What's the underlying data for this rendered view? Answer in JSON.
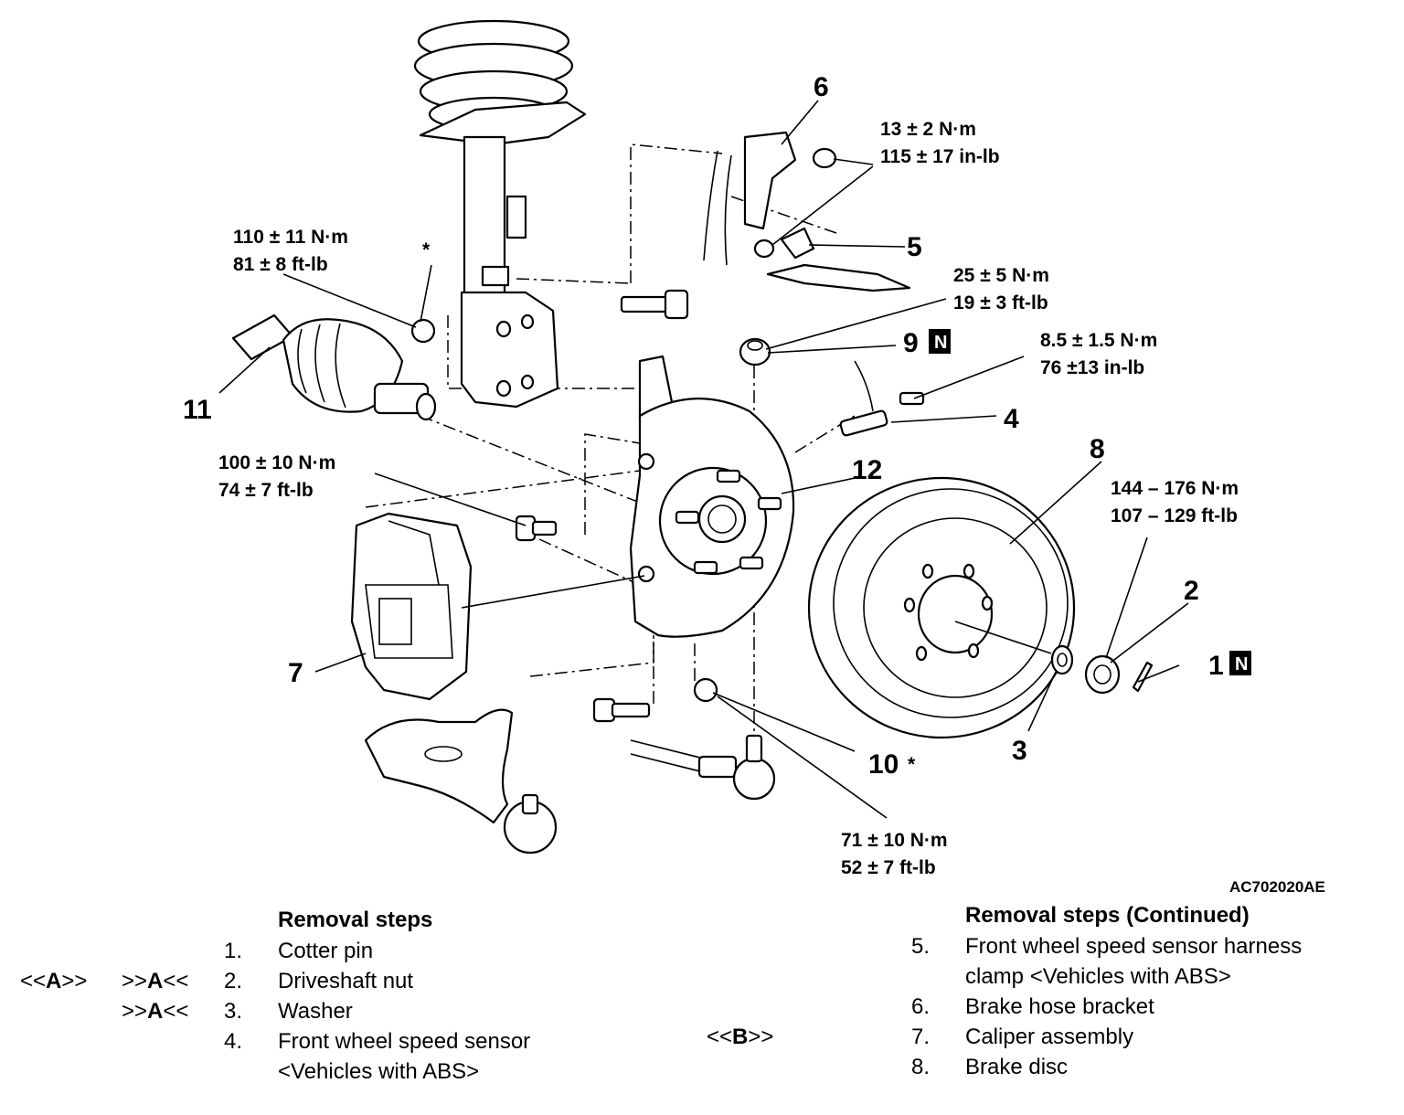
{
  "callouts": {
    "c1": "1",
    "c2": "2",
    "c3": "3",
    "c4": "4",
    "c5": "5",
    "c6": "6",
    "c7": "7",
    "c8": "8",
    "c9": "9",
    "c10": "10",
    "c11": "11",
    "c12": "12",
    "new_badge": "N",
    "asterisk": "*"
  },
  "torques": {
    "t_6": [
      "13 ± 2 N·m",
      "115 ± 17 in-lb"
    ],
    "t_strut": [
      "110 ± 11 N·m",
      "81 ± 8 ft-lb"
    ],
    "t_9": [
      "25 ± 5 N·m",
      "19 ± 3 ft-lb"
    ],
    "t_4": [
      "8.5 ± 1.5 N·m",
      "76 ±13 in-lb"
    ],
    "t_caliper": [
      "100 ± 10 N·m",
      "74 ± 7 ft-lb"
    ],
    "t_2": [
      "144 – 176 N·m",
      "107 – 129 ft-lb"
    ],
    "t_10": [
      "71 ± 10 N·m",
      "52 ± 7 ft-lb"
    ]
  },
  "figure_code": "AC702020AE",
  "left_list": {
    "title": "Removal steps",
    "steps": [
      {
        "ref_a": "",
        "ref_b": "",
        "num": "1.",
        "text": "Cotter pin"
      },
      {
        "ref_a": "<<A>>",
        "ref_b": ">>A<<",
        "num": "2.",
        "text": "Driveshaft nut"
      },
      {
        "ref_a": "",
        "ref_b": ">>A<<",
        "num": "3.",
        "text": "Washer"
      },
      {
        "ref_a": "",
        "ref_b": "",
        "num": "4.",
        "text": "Front wheel speed sensor"
      },
      {
        "ref_a": "",
        "ref_b": "",
        "num": "",
        "text": "<Vehicles with ABS>"
      }
    ]
  },
  "right_list": {
    "title": "Removal steps (Continued)",
    "steps": [
      {
        "ref": "",
        "num": "5.",
        "text": "Front wheel speed sensor harness"
      },
      {
        "ref": "",
        "num": "",
        "text": "clamp <Vehicles with ABS>"
      },
      {
        "ref": "",
        "num": "6.",
        "text": "Brake hose bracket"
      },
      {
        "ref": "<<B>>",
        "num": "7.",
        "text": "Caliper assembly"
      },
      {
        "ref": "",
        "num": "8.",
        "text": "Brake disc"
      }
    ]
  }
}
